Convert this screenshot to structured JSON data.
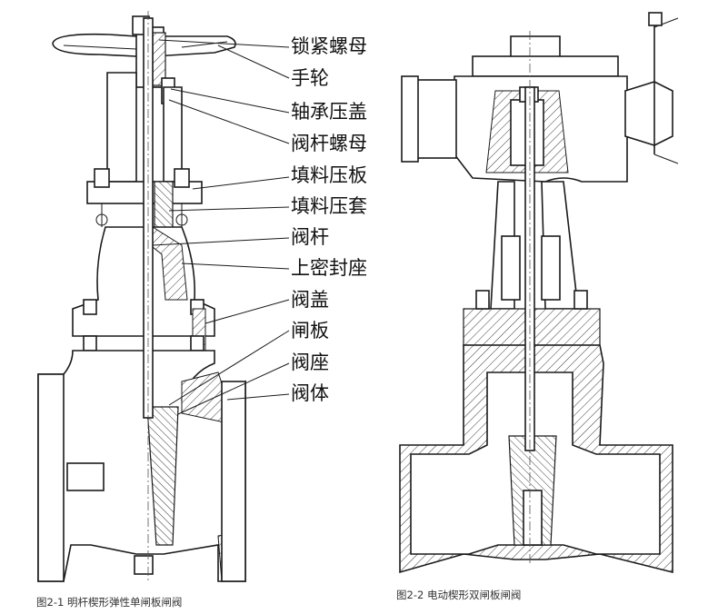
{
  "figure1": {
    "caption": "图2-1 明杆楔形弹性单闸板闸阀",
    "labels": [
      "锁紧螺母",
      "手轮",
      "轴承压盖",
      "阀杆螺母",
      "填料压板",
      "填料压套",
      "阀杆",
      "上密封座",
      "阀盖",
      "闸板",
      "阀座",
      "阀体"
    ]
  },
  "figure2": {
    "caption": "图2-2 电动楔形双闸板闸阀"
  }
}
